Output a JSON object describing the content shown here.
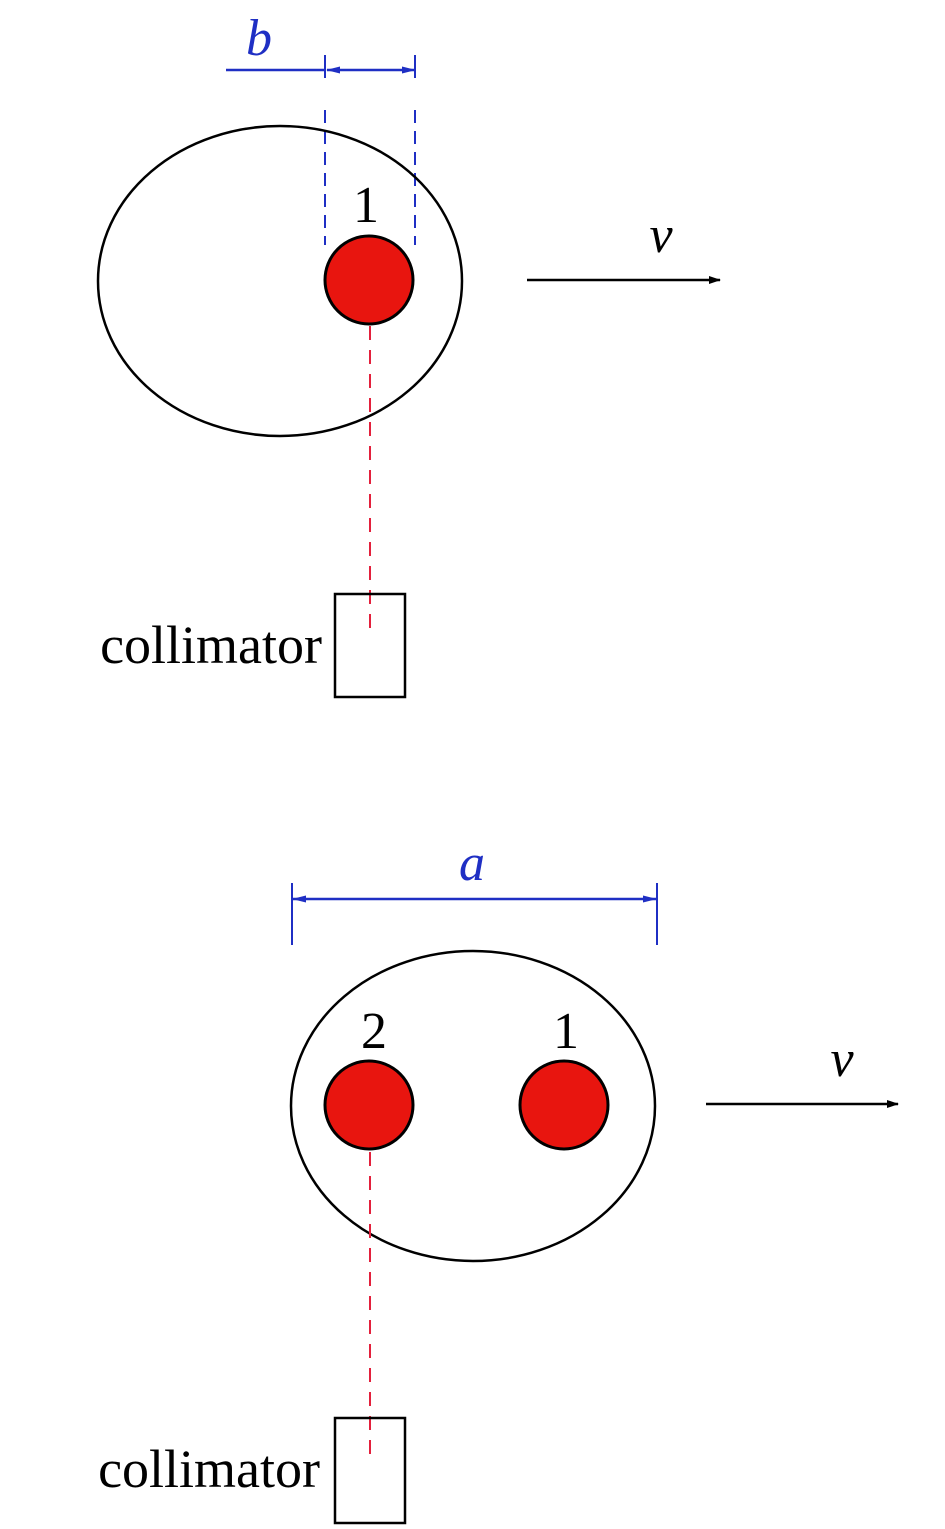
{
  "colors": {
    "outline": "#000000",
    "source_fill": "#e8150f",
    "dimension": "#1f2fc4",
    "beam": "#e3203c",
    "background": "#ffffff"
  },
  "top_panel": {
    "dimension_label": "b",
    "velocity_label": "v",
    "source_1_label": "1",
    "collimator_label": "collimator"
  },
  "bottom_panel": {
    "dimension_label": "a",
    "velocity_label": "v",
    "source_1_label": "1",
    "source_2_label": "2",
    "collimator_label": "collimator"
  }
}
